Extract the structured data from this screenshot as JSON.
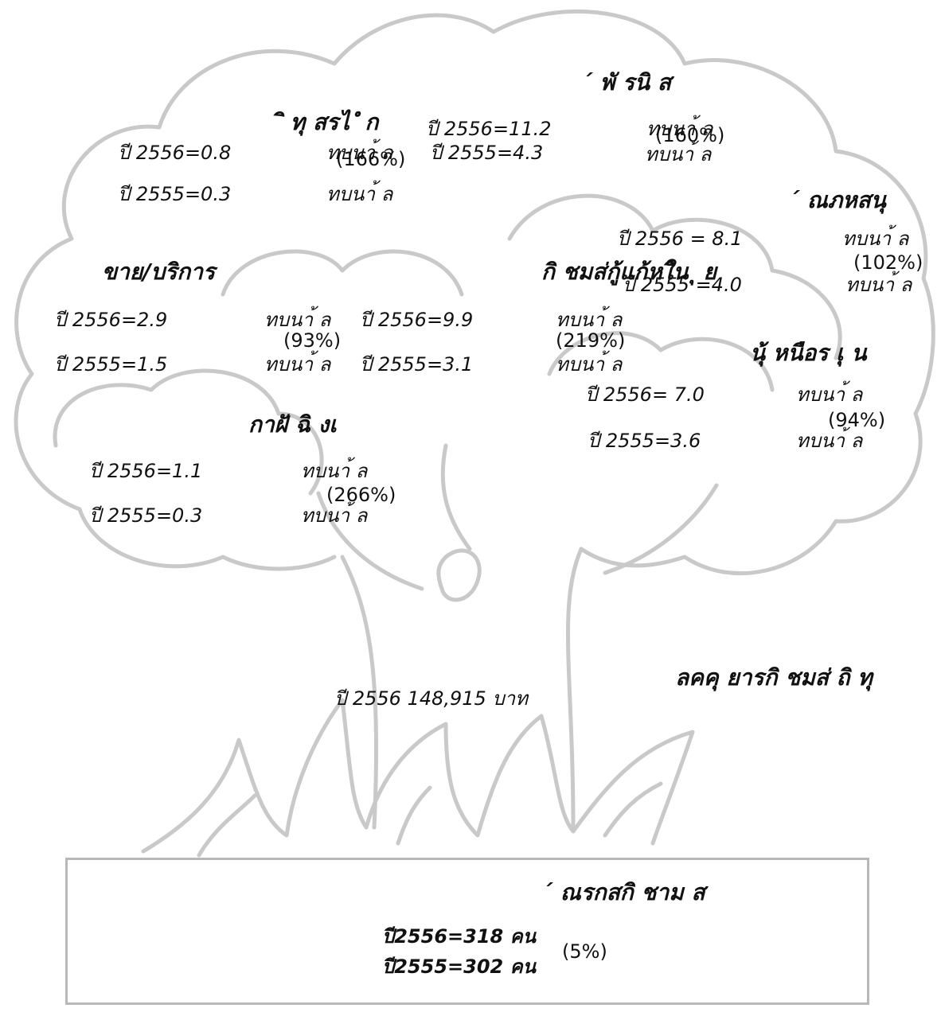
{
  "groups": {
    "top_right": {
      "title": "´ พั รนิ ส",
      "y2556": "ปี 2556=11.2",
      "change_label": "ทบนา้ ล",
      "pct": "(160%)",
      "y2555_change": "ทบนา้ ล"
    },
    "top_left": {
      "title": "ิ ทุ สรไ ํ ก",
      "y2556": "ปี 2556=0.8",
      "change": "ทบนา้ ล",
      "pct": "(166%)",
      "y2555": "ปี 2555=0.3",
      "y2555_change": "ทบนา้ ล"
    },
    "top_mid": {
      "y2555": "ปี 2555=4.3"
    },
    "right_upper": {
      "title": "´ ณภหสนุ",
      "y2556": "ปี 2556 = 8.1",
      "change": "ทบนา้ ล",
      "pct": "(102%)",
      "y2555": "ปี 2555 =4.0",
      "y2555_change": "ทบนา้ ล"
    },
    "sales": {
      "title": "ขาย/บริการ",
      "y2556": "ปี 2556=2.9",
      "change": "ทบนา้ ล",
      "pct": "(93%)",
      "y2555": "ปี 2555=1.5",
      "y2555_change": "ทบนา้ ล"
    },
    "loan": {
      "title": "กิ ชมส่กู้แก้หใิน ุ ย",
      "y2556": "ปี 2556=9.9",
      "change": "ทบนา้ ล",
      "pct": "(219%)",
      "y2555": "ปี 2555=3.1",
      "y2555_change": "ทบนา้ ล"
    },
    "right_mid": {
      "title": "นุ้ หนือร เุ น",
      "y2556": "ปี 2556= 7.0",
      "change": "ทบนา้ ล",
      "pct": "(94%)",
      "y2555": "ปี 2555=3.6",
      "y2555_change": "ทบนา้ ล"
    },
    "left_low": {
      "title": "กาฝั ฉิ งเ",
      "y2556": "ปี 2556=1.1",
      "change": "ทบนา้ ล",
      "pct": "(266%)",
      "y2555": "ปี 2555=0.3",
      "y2555_change": "ทบนา้ ล"
    }
  },
  "trunk": {
    "title": "ลคคุ ยารกิ ชมส่ ถิ ทุ",
    "value": "ปี 2556    148,915 บาท"
  },
  "footer": {
    "title": "´ ณรกสกิ ชาม ส",
    "y2556": "ปี2556=318 คน",
    "y2555": "ปี2555=302 คน",
    "pct": "(5%)"
  },
  "colors": {
    "outline": "#c9c9c9",
    "text": "#111111",
    "box_border": "#b8b8b8"
  }
}
